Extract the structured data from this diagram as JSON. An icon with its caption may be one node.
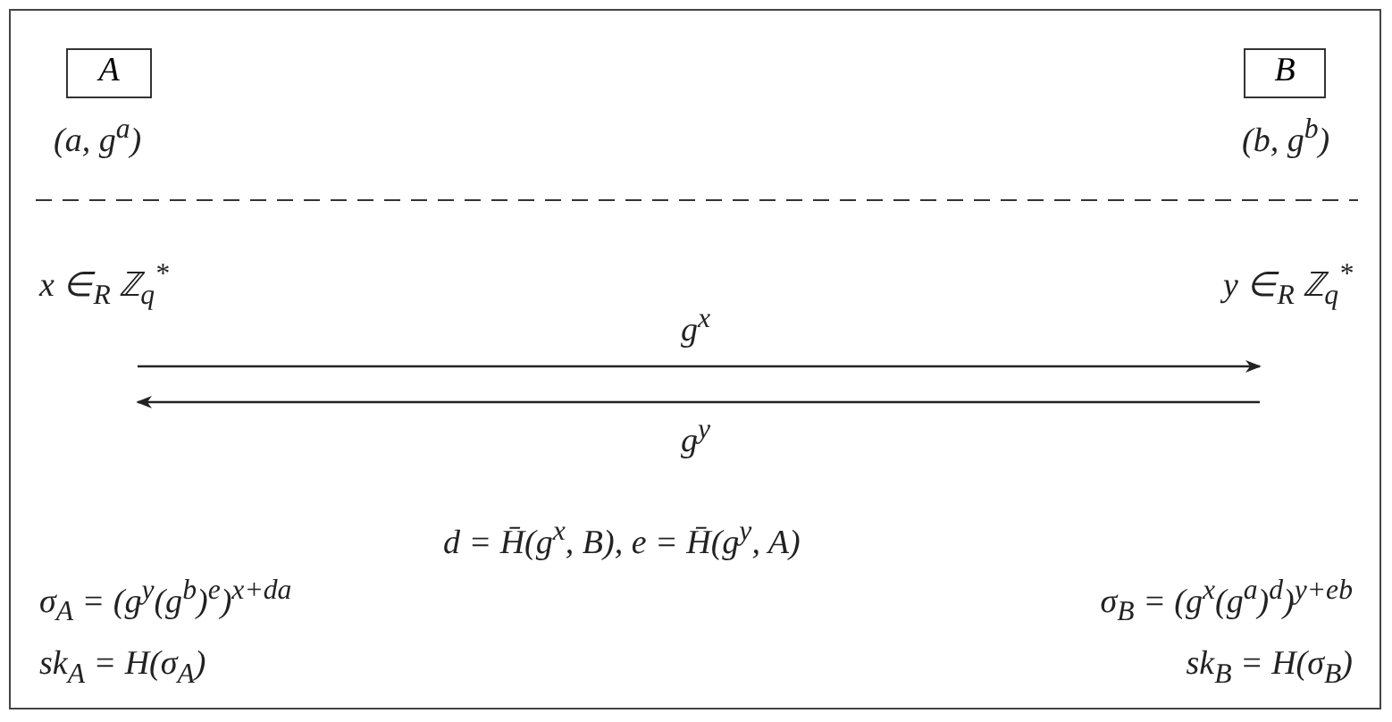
{
  "diagram": {
    "nodes": [
      {
        "text": [
          "A"
        ],
        "beside": [
          "(a, g$^{a}$)"
        ]
      },
      {
        "text": [
          "B"
        ],
        "beside": [
          "(b, g$^{b}$)"
        ]
      }
    ],
    "labels": [
      "x ∈$_{R}$ ℤ$_{q}$$^{*}$",
      "y ∈$_{R}$ ℤ$_{q}$$^{*}$",
      "g$^{x}$",
      "g$^{y}$",
      "d = H̄(g$^{x}$, B),  e = H̄(g$^{y}$, A)",
      "σ$_{A}$ = (g$^{y}$(g$^{b}$)$^{e}$)$^{x+da}$",
      "σ$_{B}$ = (g$^{x}$(g$^{a}$)$^{d}$)$^{y+eb}$",
      "sk$_{A}$ = H(σ$_{A}$)",
      "sk$_{B}$ = H(σ$_{B}$)"
    ]
  }
}
